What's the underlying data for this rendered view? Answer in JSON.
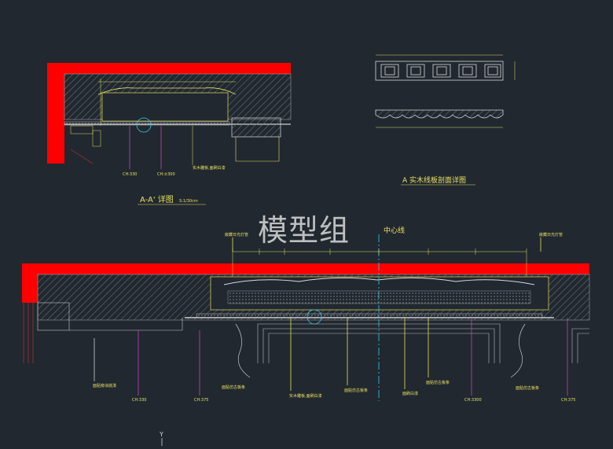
{
  "watermark": "模型组",
  "colors": {
    "background": "#212830",
    "wall_fill": "#ff0000",
    "dimension": "#e8e060",
    "center_line": "#38c8e8",
    "leader": "#c040c0",
    "hatch": "#808080"
  },
  "detail_aa": {
    "title": "A-A' 详图",
    "scale": "S:1/30cm",
    "labels": [
      "CH:330",
      "CH:±300",
      "实木雕板,面刷白漆"
    ]
  },
  "detail_a": {
    "title": "A 实木线板剖面详图"
  },
  "main_section": {
    "center_line_label": "中心线",
    "labels": {
      "left_callout": "嵌藏日光灯管",
      "right_callout": "嵌藏日光灯管",
      "bottom": [
        "面贴旁涂底漆",
        "CH:330",
        "CH:375",
        "面贴仿古板条",
        "实木雕板,面刷白漆",
        "面贴仿古板条",
        "面刷白漆",
        "面贴仿古板条",
        "CH:3300",
        "面贴仿古板条",
        "CH:375"
      ]
    }
  },
  "axis": {
    "y_label": "Y"
  }
}
